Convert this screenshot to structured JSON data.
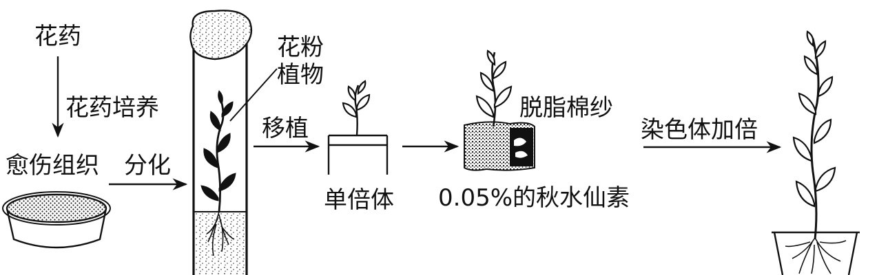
{
  "labels": {
    "anther": "花药",
    "anther_culture": "花药培养",
    "callus": "愈伤组织",
    "differentiation": "分化",
    "pollen_plant_line1": "花粉",
    "pollen_plant_line2": "植物",
    "transplant": "移植",
    "haploid": "单倍体",
    "degreased_gauze": "脱脂棉纱",
    "colchicine": "0.05%的秋水仙素",
    "chromosome_doubling": "染色体加倍"
  }
}
